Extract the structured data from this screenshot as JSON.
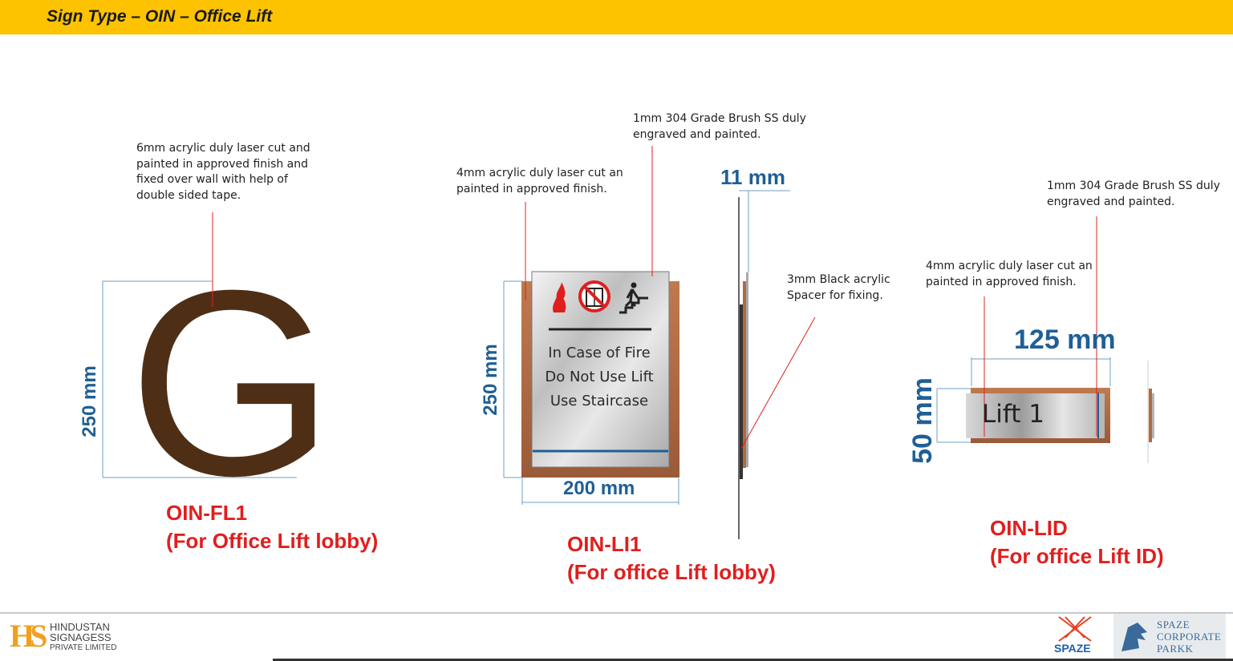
{
  "header": {
    "title": "Sign Type – OIN – Office Lift"
  },
  "notes": {
    "fl1": [
      "6mm acrylic duly laser cut and",
      "painted in approved finish and",
      "fixed over wall with help of",
      "double sided tape."
    ],
    "li1_acrylic": [
      "4mm acrylic duly laser cut an",
      "painted in approved finish."
    ],
    "li1_ss": [
      "1mm 304 Grade Brush SS duly",
      "engraved and painted."
    ],
    "spacer": [
      "3mm Black acrylic",
      "Spacer for fixing."
    ],
    "lid_ss": [
      "1mm 304 Grade Brush SS duly",
      "engraved and painted."
    ],
    "lid_acrylic": [
      "4mm acrylic duly laser cut an",
      "painted in approved finish."
    ]
  },
  "dimensions": {
    "fl1_height": "250 mm",
    "li1_height": "250 mm",
    "li1_width": "200 mm",
    "li1_depth": "11 mm",
    "lid_width": "125 mm",
    "lid_height": "50 mm"
  },
  "signs": {
    "fl1_letter": "G",
    "li1_lines": [
      "In Case of Fire",
      "Do Not Use Lift",
      "Use Staircase"
    ],
    "lid_text": "Lift 1"
  },
  "codes": {
    "fl1": {
      "code": "OIN-FL1",
      "desc": "(For Office Lift lobby)"
    },
    "li1": {
      "code": "OIN-LI1",
      "desc": "(For office Lift lobby)"
    },
    "lid": {
      "code": "OIN-LID",
      "desc": "(For office Lift ID)"
    }
  },
  "logos": {
    "hs_mark": "HS",
    "hs_lines": [
      "HINDUSTAN",
      "SIGNAGESS",
      "PRIVATE LIMITED"
    ],
    "spaze": "SPAZE",
    "corp_lines": [
      "SPAZE",
      "CORPORATE",
      "PARKK"
    ]
  },
  "colors": {
    "header": "#fdc300",
    "dimension": "#1f5f96",
    "code": "#e01e1e",
    "letter": "#4e2f16",
    "backplate": "#b06a43",
    "leader": "#e02020"
  }
}
